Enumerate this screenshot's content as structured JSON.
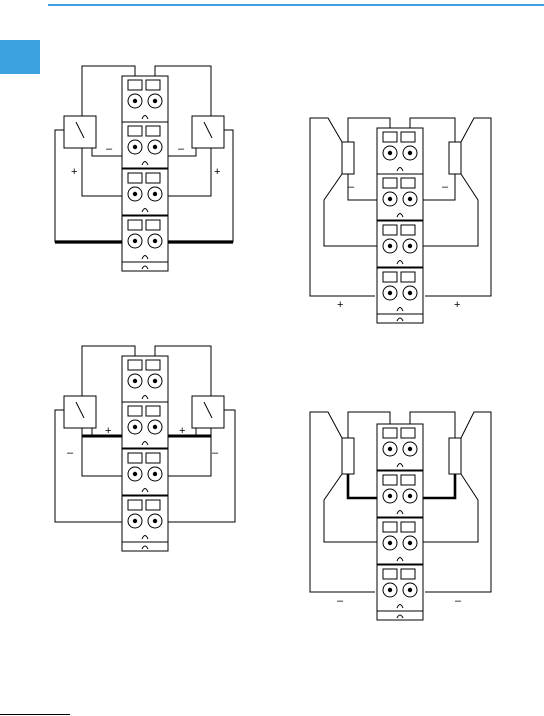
{
  "colors": {
    "accent": "#3da3e0",
    "ink": "#000000",
    "paper": "#ffffff"
  },
  "diagrams": [
    {
      "id": "switch-plus",
      "left_sign": "+",
      "right_sign": "+",
      "left_inner_sign": "–",
      "right_inner_sign": "–"
    },
    {
      "id": "resistor-plus",
      "left_sign": "+",
      "right_sign": "+",
      "left_inner_sign": "–",
      "right_inner_sign": "–"
    },
    {
      "id": "switch-minus",
      "left_sign": "–",
      "right_sign": "–",
      "left_inner_sign": "+",
      "right_inner_sign": "+"
    },
    {
      "id": "resistor-minus",
      "left_sign": "–",
      "right_sign": "–"
    }
  ]
}
